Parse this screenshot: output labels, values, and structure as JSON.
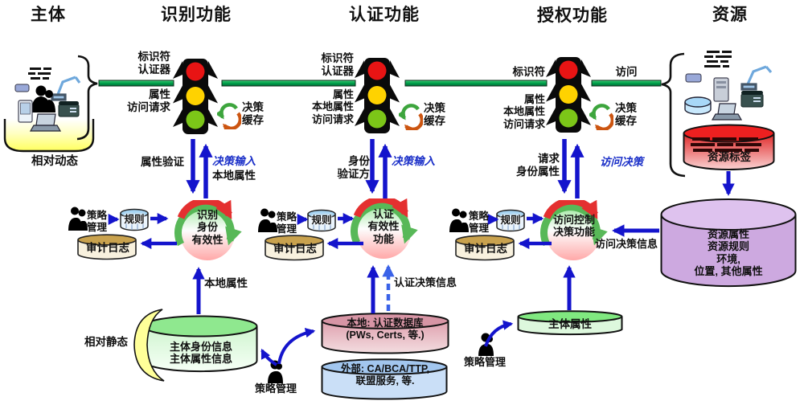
{
  "titles": {
    "subject": "主体",
    "identify": "识别功能",
    "authenticate": "认证功能",
    "authorize": "授权功能",
    "resource": "资源"
  },
  "tl1": {
    "above": "标识符\n认证器",
    "below": "属性\n访问请求",
    "cache": "决策\n缓存",
    "verify": "属性验证",
    "decision_input": "决策输入",
    "local_attr": "本地属性"
  },
  "tl2": {
    "above": "标识符\n认证器",
    "below": "属性\n本地属性\n访问请求",
    "cache": "决策\n缓存",
    "verify": "身份\n验证方",
    "decision_input": "决策输入"
  },
  "tl3": {
    "above": "标识符",
    "access": "访问",
    "below": "属性\n本地属性\n访问请求",
    "cache": "决策\n缓存",
    "verify": "请求\n身份属性",
    "decision_input": "访问决策"
  },
  "circles": {
    "c1": "识别\n身份\n有效性",
    "c2": "认证\n有效性\n功能",
    "c3": "访问控制\n决策功能"
  },
  "groups": [
    {
      "policy": "策略\n管理",
      "rules": "规则",
      "audit": "审计日志"
    },
    {
      "policy": "策略\n管理",
      "rules": "规则",
      "audit": "审计日志"
    },
    {
      "policy": "策略\n管理",
      "rules": "规则",
      "audit": "审计日志"
    }
  ],
  "stores": {
    "subject_info": "主体身份信息\n主体属性信息",
    "subject_attrs": "主体属性",
    "local_db": "本地: 认证数据库\n(PWs, Certs, 等.)",
    "external_db": "外部: CA/BCA/TTP,\n联盟服务, 等.",
    "resource_attrs": "资源属性\n资源规则\n环境,\n位置, 其他属性",
    "resource_tag": "资源标签"
  },
  "flow": {
    "local_attrs": "本地属性",
    "auth_decision_info": "认证决策信息",
    "access_decision_info": "访问决策信息"
  },
  "captions": {
    "dynamic": "相对动态",
    "static": "相对静态",
    "policy_mgmt_bottom": "策略管理",
    "policy_mgmt_right": "策略管理"
  },
  "colors": {
    "arrow_blue": "#1414CC",
    "arrow_dashed_blue": "#3A62E8",
    "line_green": "#00A04A",
    "light_red": "#E81414",
    "light_yellow": "#FFD200",
    "light_green": "#7CC618",
    "cycle_green": "#58B858",
    "cycle_red": "#E43030",
    "purple_store": "#CDA9E0",
    "pink_store": "#E2A9B5",
    "blue_store": "#CADFF7",
    "green_store": "#CFF5CF",
    "audit_tan": "#C9A24E",
    "bowl_yellow": "#FFFF66"
  }
}
